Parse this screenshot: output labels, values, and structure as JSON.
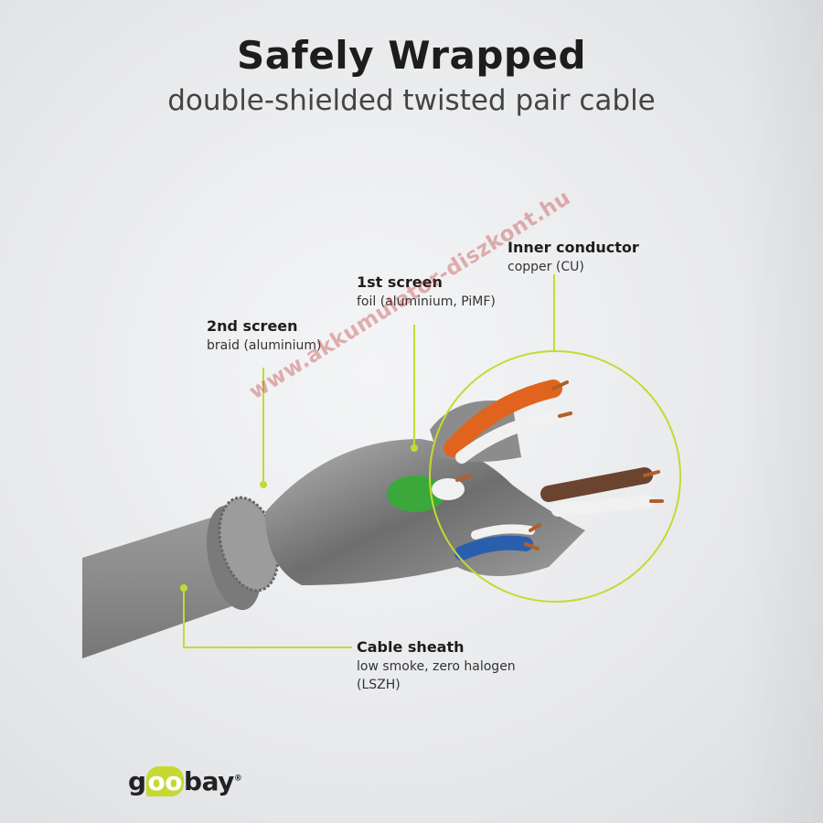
{
  "header": {
    "title": "Safely Wrapped",
    "subtitle": "double-shielded twisted pair cable"
  },
  "labels": [
    {
      "heading": "Inner conductor",
      "detail": "copper (CU)"
    },
    {
      "heading": "1st screen",
      "detail": "foil (aluminium, PiMF)"
    },
    {
      "heading": "2nd screen",
      "detail": "braid (aluminium)"
    },
    {
      "heading": "Cable sheath",
      "detail": "low smoke, zero halogen",
      "detail2": "(LSZH)"
    }
  ],
  "watermark": "www.akkumulator-diszkont.hu",
  "logo": {
    "pre": "g",
    "mid": "oo",
    "post": "bay",
    "mark": "®"
  },
  "colors": {
    "accent": "#c6d932",
    "sheath": "#8a8a8a",
    "orange": "#e0641e",
    "green": "#3aa83a",
    "blue": "#2a5fb0",
    "brown": "#6b4430"
  }
}
